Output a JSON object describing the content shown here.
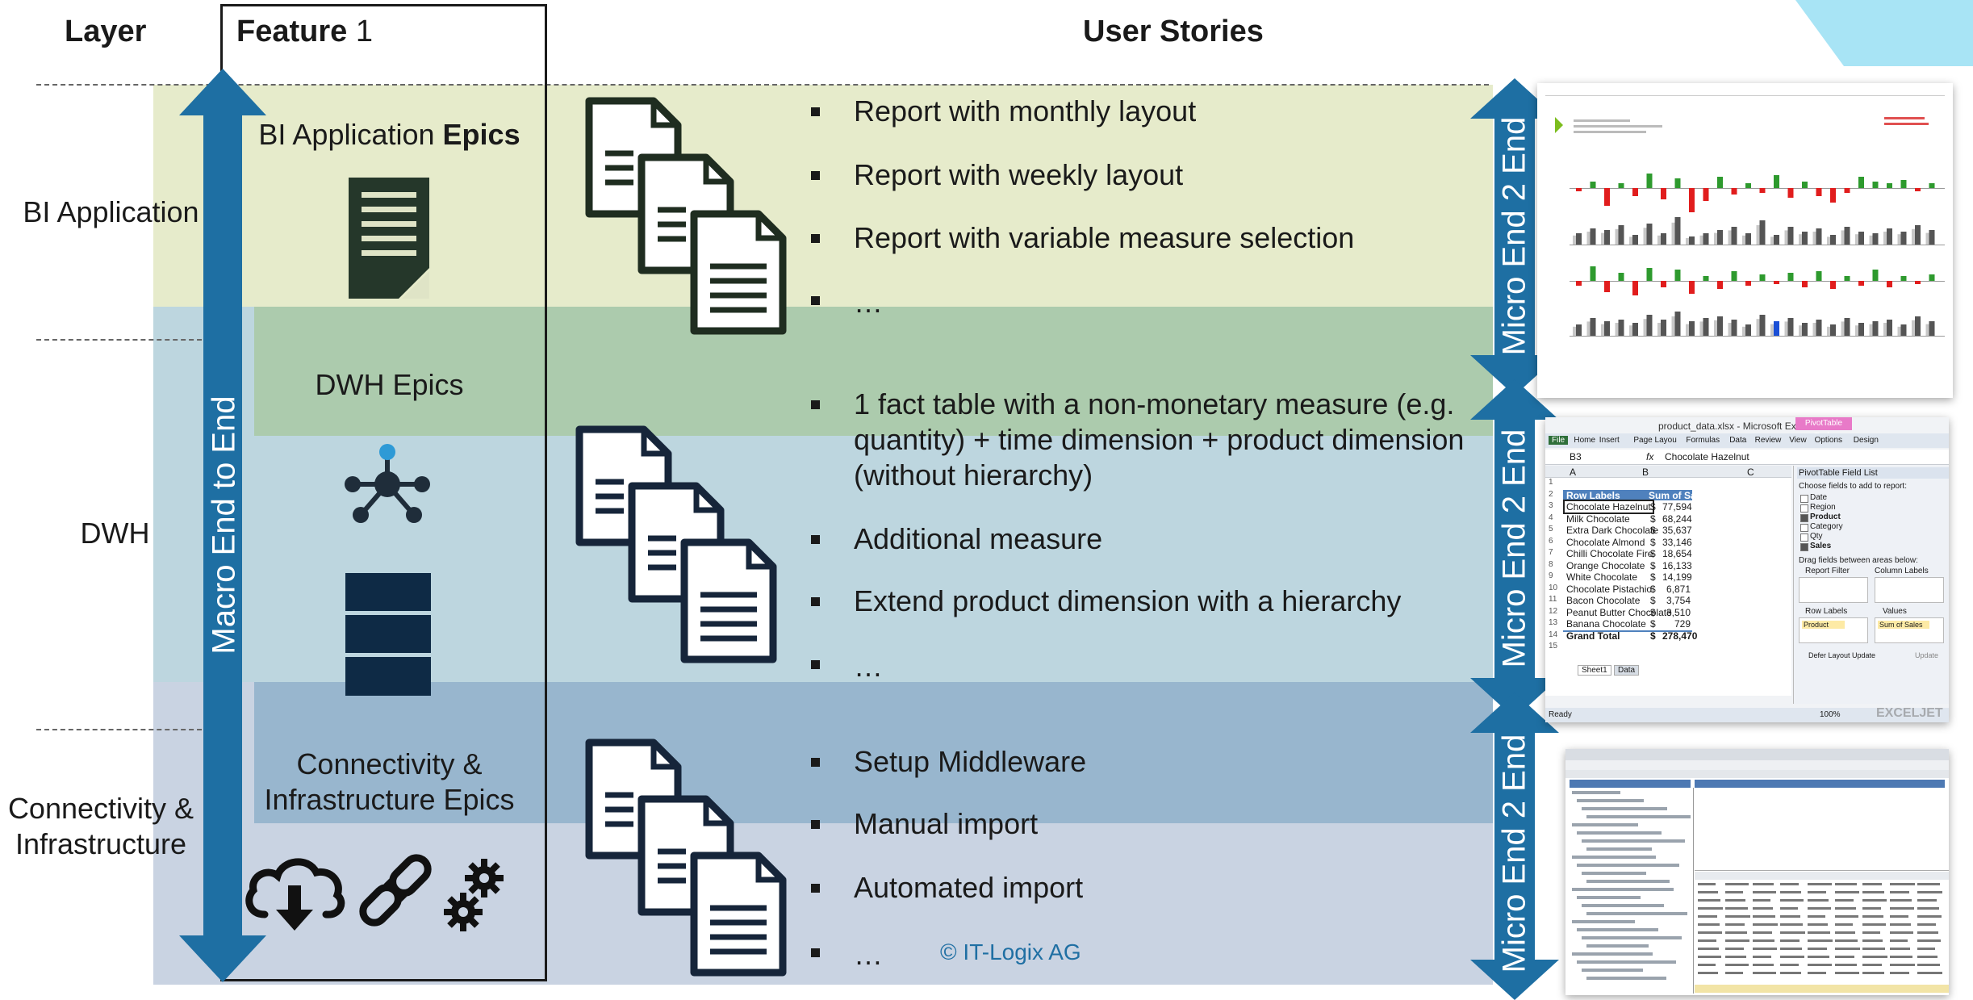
{
  "headers": {
    "layer": "Layer",
    "feature_bold": "Feature",
    "feature_num": " 1",
    "stories": "User Stories"
  },
  "layers": {
    "bi": "BI Application",
    "dwh": "DWH",
    "conn_line1": "Connectivity &",
    "conn_line2": "Infrastructure"
  },
  "epics": {
    "bi_prefix": "BI Application ",
    "bi_bold": "Epics",
    "dwh": "DWH Epics",
    "conn_line1": "Connectivity &",
    "conn_line2": "Infrastructure Epics"
  },
  "macro_label": "Macro End to End",
  "micro_label": "Micro End 2 End",
  "stories": {
    "bi": [
      "Report with monthly layout",
      "Report with weekly layout",
      "Report with variable measure selection",
      "…"
    ],
    "dwh": [
      "1 fact table with a non-monetary measure (e.g. quantity) + time dimension + product dimension (without hierarchy)",
      "Additional measure",
      "Extend product dimension with a hierarchy",
      "…"
    ],
    "conn": [
      "Setup Middleware",
      "Manual import",
      "Automated import",
      "…"
    ]
  },
  "copyright": "© IT-Logix AG",
  "excel": {
    "title": "product_data.xlsx - Microsoft Excel",
    "pivot_tab": "PivotTable Tools",
    "ribbon": [
      "File",
      "Home",
      "Insert",
      "Page Layou",
      "Formulas",
      "Data",
      "Review",
      "View",
      "Options",
      "Design"
    ],
    "cell_ref": "B3",
    "formula": "Chocolate Hazelnut",
    "col_a": "A",
    "col_b": "B",
    "col_c": "C",
    "header_row_labels": "Row Labels",
    "header_sum": "Sum of Sales",
    "rows": [
      {
        "label": "Chocolate Hazelnut",
        "value": "77,594"
      },
      {
        "label": "Milk Chocolate",
        "value": "68,244"
      },
      {
        "label": "Extra Dark Chocolate",
        "value": "35,637"
      },
      {
        "label": "Chocolate Almond",
        "value": "33,146"
      },
      {
        "label": "Chilli Chocolate Fire",
        "value": "18,654"
      },
      {
        "label": "Orange Chocolate",
        "value": "16,133"
      },
      {
        "label": "White Chocolate",
        "value": "14,199"
      },
      {
        "label": "Chocolate Pistachio",
        "value": "6,871"
      },
      {
        "label": "Bacon Chocolate",
        "value": "3,754"
      },
      {
        "label": "Peanut Butter Chocolate",
        "value": "3,510"
      },
      {
        "label": "Banana Chocolate",
        "value": "729"
      }
    ],
    "grand_total_label": "Grand Total",
    "grand_total_value": "278,470",
    "currency": "$",
    "field_list_title": "PivotTable Field List",
    "choose_fields": "Choose fields to add to report:",
    "fields": [
      {
        "name": "Date",
        "checked": false
      },
      {
        "name": "Region",
        "checked": false
      },
      {
        "name": "Product",
        "checked": true
      },
      {
        "name": "Category",
        "checked": false
      },
      {
        "name": "Qty",
        "checked": false
      },
      {
        "name": "Sales",
        "checked": true
      }
    ],
    "drag_fields": "Drag fields between areas below:",
    "report_filter": "Report Filter",
    "column_labels": "Column Labels",
    "row_labels": "Row Labels",
    "values": "Values",
    "row_value": "Product",
    "values_value": "Sum of Sales",
    "defer": "Defer Layout Update",
    "update": "Update",
    "sheet_tabs": [
      "Sheet1",
      "Data"
    ],
    "status": "Ready",
    "zoom": "100%",
    "watermark": "EXCELJET"
  },
  "colors": {
    "bi_band": "#e6ebcb",
    "dwh_band": "#b9d4de",
    "conn_band": "#c7d2e1",
    "arrow_blue": "#1f6fa3",
    "icon_dark": "#1f2d20",
    "navy": "#0e2a45"
  }
}
